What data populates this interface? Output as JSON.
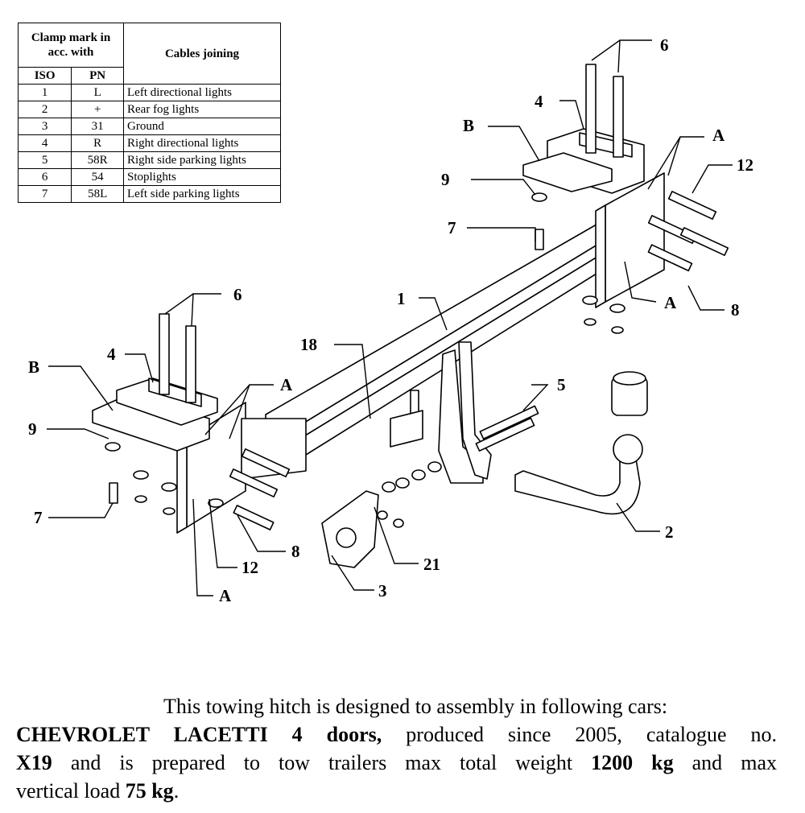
{
  "legend": {
    "head_clamp": "Clamp mark in acc. with",
    "head_iso": "ISO",
    "head_pn": "PN",
    "head_cables": "Cables joining",
    "rows": [
      {
        "iso": "1",
        "pn": "L",
        "desc": "Left directional lights"
      },
      {
        "iso": "2",
        "pn": "+",
        "desc": "Rear fog lights"
      },
      {
        "iso": "3",
        "pn": "31",
        "desc": "Ground"
      },
      {
        "iso": "4",
        "pn": "R",
        "desc": "Right directional lights"
      },
      {
        "iso": "5",
        "pn": "58R",
        "desc": "Right side parking lights"
      },
      {
        "iso": "6",
        "pn": "54",
        "desc": "Stoplights"
      },
      {
        "iso": "7",
        "pn": "58L",
        "desc": "Left side parking lights"
      }
    ]
  },
  "callouts": {
    "c6a": "6",
    "c4a": "4",
    "cBa": "B",
    "cAa": "A",
    "c12a": "12",
    "c9a": "9",
    "c7a": "7",
    "cAb": "A",
    "c8a": "8",
    "c1": "1",
    "c6b": "6",
    "c18": "18",
    "c4b": "4",
    "cBb": "B",
    "cAc": "A",
    "c5": "5",
    "c9b": "9",
    "c7b": "7",
    "c2": "2",
    "c8b": "8",
    "c12b": "12",
    "c21": "21",
    "cAd": "A",
    "c3": "3"
  },
  "caption": {
    "line1": "This towing hitch is designed to assembly in following cars:",
    "model": "CHEVROLET LACETTI 4 doors,",
    "produced": " produced since 2005, catalogue no.",
    "catalogue_no": "X19",
    "tow_text": " and is prepared to tow trailers max total weight ",
    "max_weight": "1200 kg",
    "and_max": " and max",
    "vertical_text": "vertical load ",
    "vertical_load": "75 kg",
    "end": "."
  }
}
